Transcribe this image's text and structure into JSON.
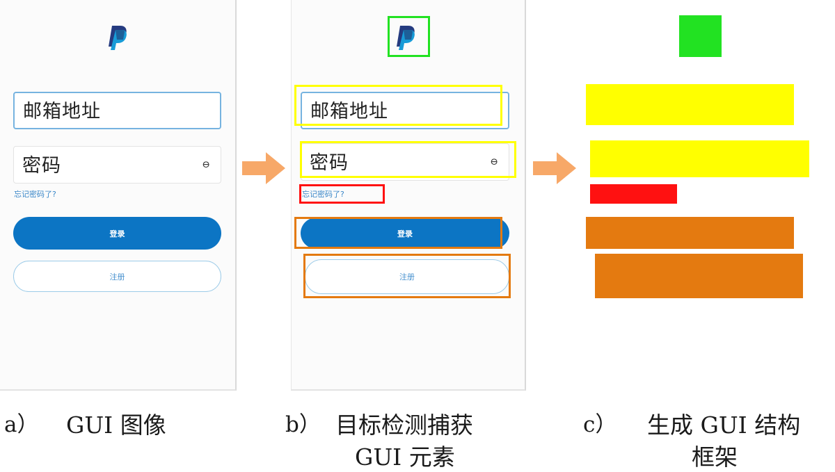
{
  "login_form": {
    "email_placeholder": "邮箱地址",
    "password_placeholder": "密码",
    "eye_glyph": "⊖",
    "forgot_link": "忘记密码了?",
    "login_button": "登录",
    "register_button": "注册"
  },
  "detection_classes": {
    "logo_color": "#22e222",
    "input_color": "#ffff00",
    "link_color": "#ff1111",
    "button_color": "#e47a10"
  },
  "icons": {
    "logo": "paypal-logo",
    "transition_arrow": "right-arrow"
  },
  "colors": {
    "arrow": "#f7a868",
    "primary_button": "#0c75c4",
    "link_text": "#3a87c8"
  },
  "captions": {
    "a_marker": "a）",
    "a_text": "GUI 图像",
    "b_marker": "b）",
    "b_line1": "目标检测捕获",
    "b_line2": "GUI 元素",
    "c_marker": "c）",
    "c_line1": "生成 GUI 结构",
    "c_line2": "框架"
  }
}
